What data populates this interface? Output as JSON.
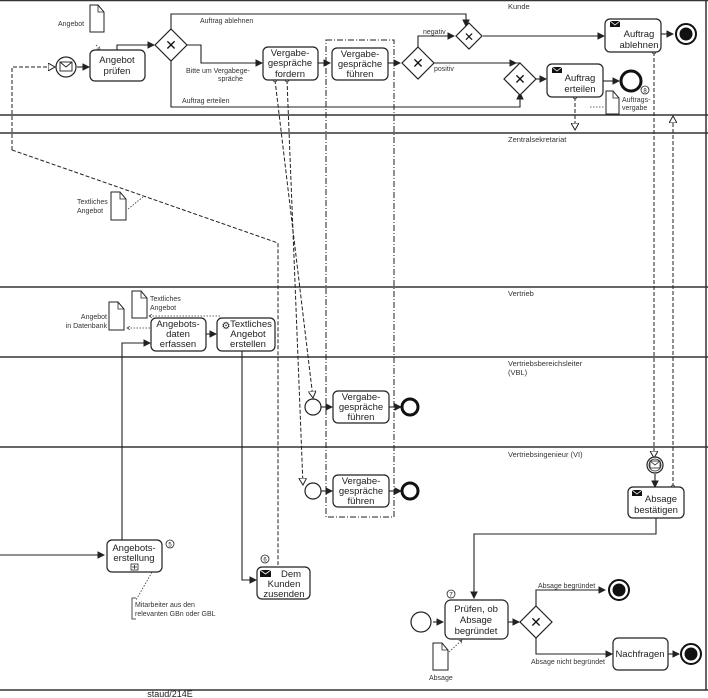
{
  "lanes": [
    {
      "label": "Kunde"
    },
    {
      "label": "Zentralsekretariat"
    },
    {
      "label": "Vertrieb"
    },
    {
      "label": "Vertriebsbereichsleiter (VBL)",
      "lines": [
        "Vertriebsbereichsleiter",
        "(VBL)"
      ]
    },
    {
      "label": "Vertriebsingenieur (VI)"
    }
  ],
  "tasks": {
    "angebot_pruefen": [
      "Angebot",
      "prüfen"
    ],
    "vergabe_fordern": [
      "Vergabe-",
      "gespräche",
      "fordern"
    ],
    "vergabe_fuehren_kunde": [
      "Vergabe-",
      "gespräche",
      "führen"
    ],
    "auftrag_ablehnen": [
      "Auftrag",
      "ablehnen"
    ],
    "auftrag_erteilen": [
      "Auftrag",
      "erteilen"
    ],
    "angebotsdaten": [
      "Angebots-",
      "daten",
      "erfassen"
    ],
    "textliches_angebot": [
      "Textliches",
      "Angebot",
      "erstellen"
    ],
    "vergabe_fuehren_vbl": [
      "Vergabe-",
      "gespräche",
      "führen"
    ],
    "vergabe_fuehren_vi": [
      "Vergabe-",
      "gespräche",
      "führen"
    ],
    "absage_bestaetigen": [
      "Absage",
      "bestätigen"
    ],
    "angebotserstellung": [
      "Angebots-",
      "erstellung"
    ],
    "dem_kunden": [
      "Dem",
      "Kunden",
      "zusenden"
    ],
    "pruefen_absage": [
      "Prüfen, ob",
      "Absage",
      "begründet"
    ],
    "nachfragen": [
      "Nachfragen"
    ]
  },
  "flow_labels": {
    "auftrag_ablehnen": "Auftrag ablehnen",
    "bitte_vergabe": [
      "Bitte um Vergabege-",
      "spräche"
    ],
    "auftrag_erteilen": "Auftrag erteilen",
    "negativ": "negativ",
    "positiv": "positiv",
    "absage_begruendet": "Absage begründet",
    "absage_nicht_begruendet": "Absage nicht begründet"
  },
  "documents": {
    "angebot": "Angebot",
    "textliches_angebot_kunde": [
      "Textliches",
      "Angebot"
    ],
    "textliches_angebot_vertrieb": [
      "Textliches",
      "Angebot"
    ],
    "angebot_datenbank": [
      "Angebot",
      "in Datenbank"
    ],
    "auftragsvergabe": [
      "Auftrags-",
      "vergabe"
    ],
    "absage": "Absage"
  },
  "annotation": [
    "Mitarbeiter aus den",
    "relevanten GBn oder GBL"
  ],
  "markers": {
    "m5": "5",
    "m6": "6",
    "m7": "7",
    "m8": "8"
  },
  "footer": "staud/214E"
}
